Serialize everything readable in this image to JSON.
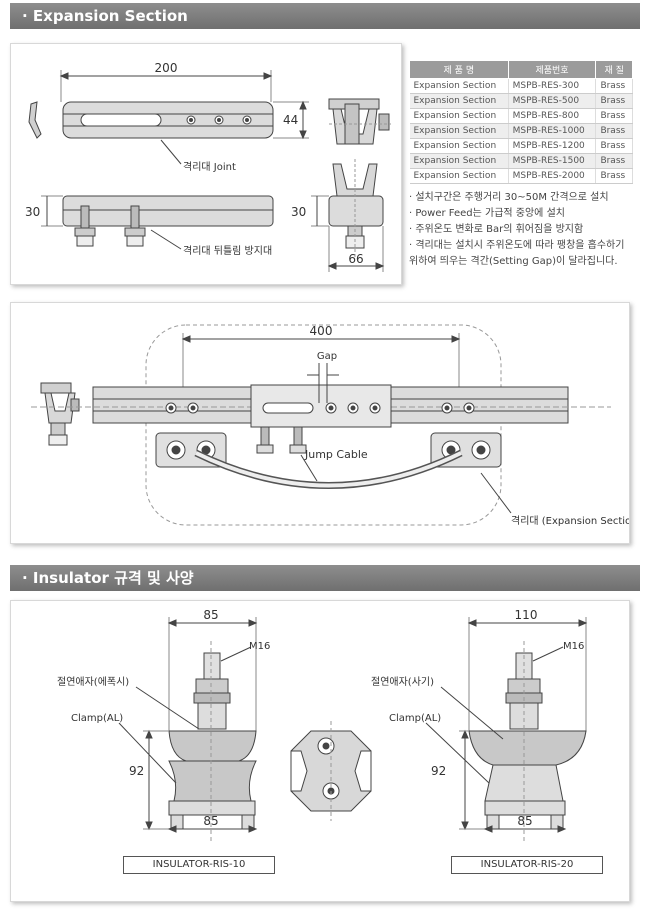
{
  "sections": [
    {
      "title": "· Expansion Section"
    },
    {
      "title": "· Insulator 규격 및 사양"
    }
  ],
  "drawing1": {
    "dim_length": "200",
    "dim_height": "44",
    "dim_side_h": "30",
    "dim_end_h": "30",
    "dim_width": "66",
    "label_joint": "격리대 Joint",
    "label_guard": "격리대 뒤틀림 방지대"
  },
  "spec_table": {
    "headers": [
      "제 품 명",
      "제품번호",
      "재 질"
    ],
    "rows": [
      [
        "Expansion Section",
        "MSPB-RES-300",
        "Brass"
      ],
      [
        "Expansion Section",
        "MSPB-RES-500",
        "Brass"
      ],
      [
        "Expansion Section",
        "MSPB-RES-800",
        "Brass"
      ],
      [
        "Expansion Section",
        "MSPB-RES-1000",
        "Brass"
      ],
      [
        "Expansion Section",
        "MSPB-RES-1200",
        "Brass"
      ],
      [
        "Expansion Section",
        "MSPB-RES-1500",
        "Brass"
      ],
      [
        "Expansion Section",
        "MSPB-RES-2000",
        "Brass"
      ]
    ]
  },
  "notes": [
    "설치구간은 주행거리 30~50M 간격으로 설치",
    "Power Feed는 가급적 중앙에 설치",
    "주위온도 변화로 Bar의 휘어짐을 방지함",
    "격리대는 설치시 주위온도에 따라 팽창을 흡수하기",
    "위하여 띄우는 격간(Setting Gap)이 달라집니다."
  ],
  "drawing2": {
    "dim_length": "400",
    "label_gap": "Gap",
    "label_jump": "Jump Cable",
    "label_expansion": "격리대 (Expansion Section)"
  },
  "insulator1": {
    "dim_top": "85",
    "dim_bottom": "85",
    "dim_height": "92",
    "bolt": "M16",
    "label_insulator": "절연애자(에폭시)",
    "label_clamp": "Clamp(AL)",
    "model": "INSULATOR-RIS-10"
  },
  "insulator2": {
    "dim_top": "110",
    "dim_bottom": "85",
    "dim_height": "92",
    "bolt": "M16",
    "label_insulator": "절연애자(사기)",
    "label_clamp": "Clamp(AL)",
    "model": "INSULATOR-RIS-20"
  }
}
